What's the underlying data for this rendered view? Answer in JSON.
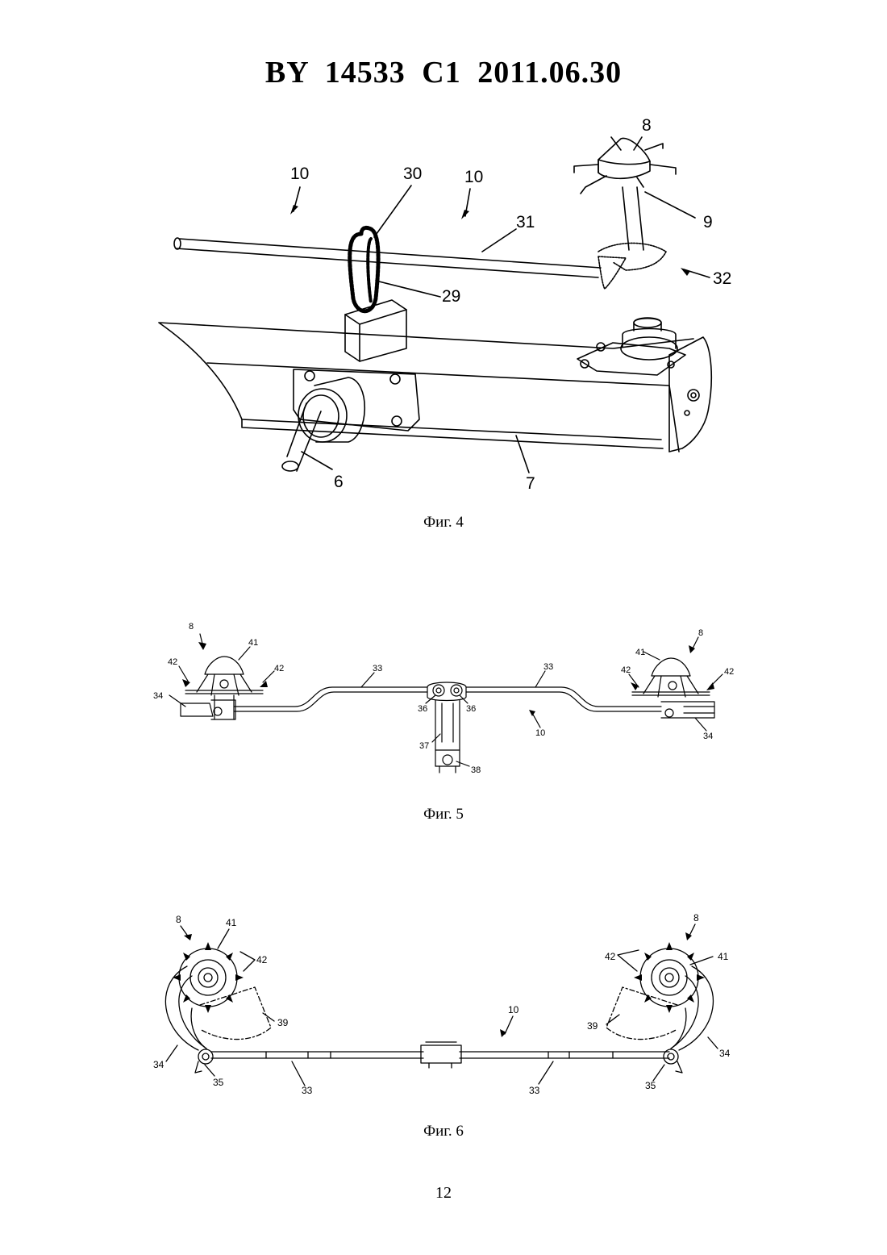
{
  "header": {
    "doc_id": "BY  14533  C1  2011.06.30"
  },
  "figures": [
    {
      "caption": "Фиг. 4",
      "labels": {
        "l8": "8",
        "l10a": "10",
        "l30": "30",
        "l10b": "10",
        "l31": "31",
        "l9": "9",
        "l32": "32",
        "l29": "29",
        "l6": "6",
        "l7": "7"
      }
    },
    {
      "caption": "Фиг. 5",
      "labels": {
        "l8a": "8",
        "l41a": "41",
        "l42a": "42",
        "l42b": "42",
        "l34a": "34",
        "l33a": "33",
        "l33b": "33",
        "l36a": "36",
        "l36b": "36",
        "l37": "37",
        "l38": "38",
        "l10": "10",
        "l8b": "8",
        "l41b": "41",
        "l42c": "42",
        "l42d": "42",
        "l34b": "34"
      }
    },
    {
      "caption": "Фиг. 6",
      "labels": {
        "l8a": "8",
        "l41a": "41",
        "l42a": "42",
        "l39a": "39",
        "l34a": "34",
        "l35a": "35",
        "l33a": "33",
        "l10": "10",
        "l33b": "33",
        "l35b": "35",
        "l34b": "34",
        "l39b": "39",
        "l42b": "42",
        "l41b": "41",
        "l8b": "8"
      }
    }
  ],
  "page_number": "12"
}
